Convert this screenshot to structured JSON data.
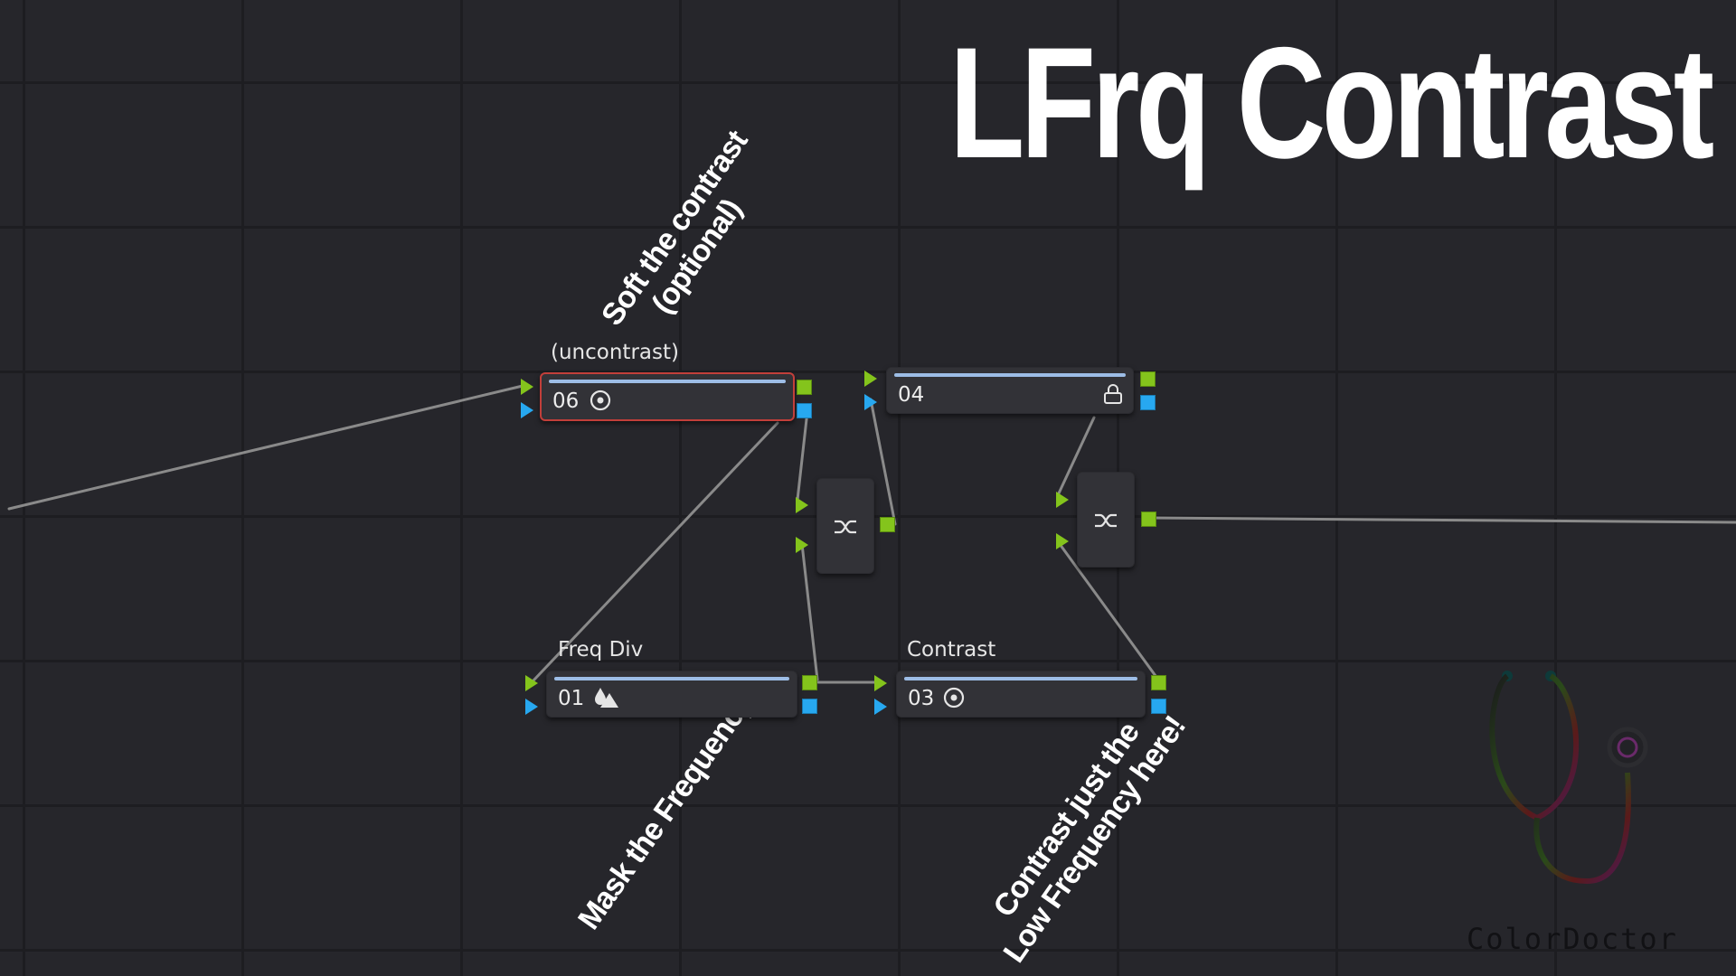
{
  "title": "LFrq Contrast",
  "annotations": {
    "soft_contrast": "Soft the contrast",
    "soft_contrast_optional": "(optional)",
    "mask_frequency": "Mask the Frequency",
    "contrast_low_1": "Contrast just the",
    "contrast_low_2": "Low Frequency here!"
  },
  "nodes": {
    "n06": {
      "label": "(uncontrast)",
      "number": "06",
      "icon": "target-icon",
      "selected": true
    },
    "n04": {
      "label": "",
      "number": "04",
      "icon": "lock-icon"
    },
    "n01": {
      "label": "Freq Div",
      "number": "01",
      "icon": "drop-triangle-icon"
    },
    "n03": {
      "label": "Contrast",
      "number": "03",
      "icon": "target-icon"
    }
  },
  "mixers": [
    {
      "icon": "layer-mixer-icon"
    },
    {
      "icon": "layer-mixer-icon"
    }
  ],
  "logo": {
    "text": "ColorDoctor",
    "icon": "stethoscope-icon"
  },
  "colors": {
    "background": "#26262b",
    "node": "#323237",
    "rgb_port": "#84c41c",
    "alpha_port": "#27a8f0",
    "selected_outline": "#c23f3a",
    "wire": "#8a8a8a"
  }
}
